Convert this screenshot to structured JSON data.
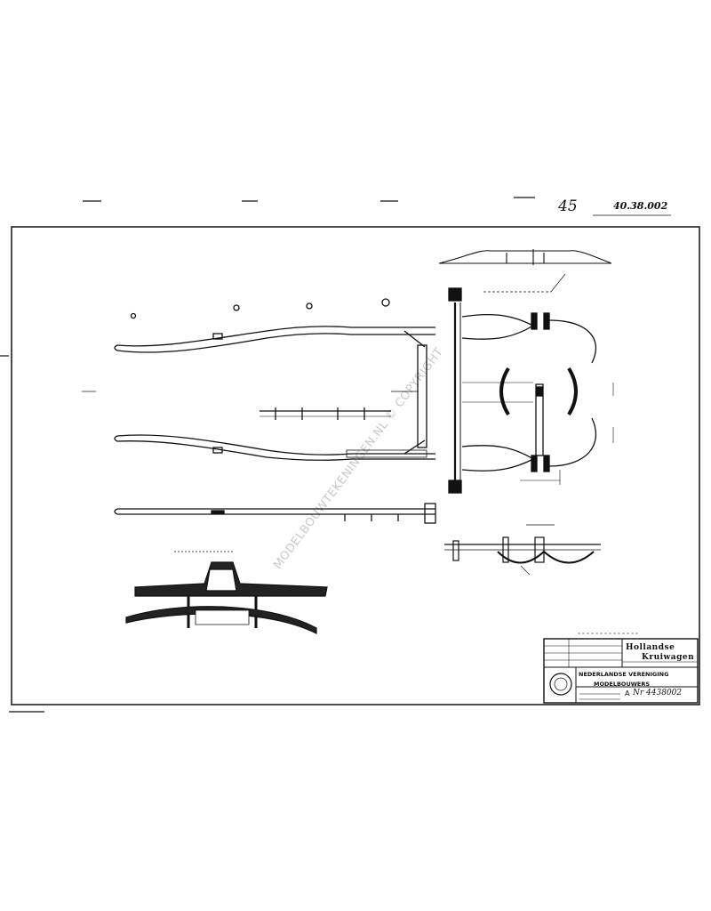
{
  "sheet": {
    "number": "45",
    "code": "40.38.002"
  },
  "title_block": {
    "title_line_1": "Hollandse",
    "title_line_2": "Kruiwagen",
    "association_line_1": "NEDERLANDSE VERENIGING",
    "association_line_2": "MODELBOUWERS",
    "drawing_prefix": "A",
    "drawing_number": "Nr 4438002"
  },
  "watermark": "MODELBOUWTEKENINGEN.NL © COPYRIGHT",
  "colors": {
    "ink": "#111111",
    "paper": "#ffffff",
    "watermark": "#999999"
  }
}
